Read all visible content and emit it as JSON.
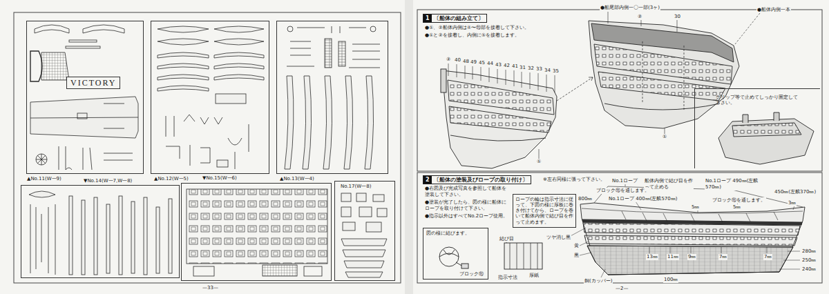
{
  "diagram": {
    "nodes": [
      {
        "text": [
          "VICTORY",
          "▲No.11(W一9)"
        ]
      },
      {
        "text": [
          "▲No.12(W一5)"
        ]
      },
      {
        "text": [
          "▲No.13(W一4)"
        ]
      },
      {
        "text": [
          "▼No.14(W一7,W一8)"
        ]
      },
      {
        "text": [
          "▼No.15(W一6)"
        ]
      },
      {
        "text": [
          "No.17(W一8)"
        ]
      },
      {
        "text": [
          "1",
          "〔船体の組み立て〕"
        ]
      },
      {
        "text": [
          "2",
          "〔船体の塗装及びロープの取り付け〕"
        ]
      },
      {
        "text": [
          "クリップ等で止めてしっかり固定して下さい。"
        ]
      },
      {
        "text": [
          "ロープの輪は指示寸法に従って、下図の様に厚板に巻き付けてから、ロープを巻いて船体内側で結び目を作って止めます。"
        ]
      },
      {
        "text": [
          "図の様に結びます。",
          "ブロック⑪"
        ]
      }
    ],
    "labels": [
      "—33—",
      "●①、②船体内側は④〜⑪部を接着して下さい。",
      "●①と②を接着し、内側に⑤を接着します。",
      "●船尾部内側一〇一部(3ヶ)",
      "●船体内側一本",
      "②",
      "30",
      "②",
      "40",
      "48",
      "49",
      "45",
      "44",
      "43",
      "42",
      "41",
      "31",
      "32",
      "33",
      "34",
      "35",
      "①",
      "①",
      "※左右同様に張って下さい。",
      "●右図及び完成写真を参照して船体を塗装して下さい。",
      "●塗装が完了したら、図の様に船体にロープを取り付けて下さい。",
      "●指示以外はすべてNo.2ロープ使用。",
      "No.1ロープ",
      "船体内側で結び目を作って止める",
      "ブロック⑪を通します。",
      "800㎜",
      "No.1ロープ 400㎜(左舷570㎜)",
      "5㎜",
      "5㎜",
      "No.1ロープ 490㎜(左舷570㎜)",
      "450㎜(左舷370㎜)",
      "ブロック⑪を通します。",
      "3㎜",
      "ツヤ消し黒",
      "黄",
      "黒",
      "13㎜",
      "11㎜",
      "9㎜",
      "7㎜",
      "7㎜",
      "280㎜",
      "250㎜",
      "240㎜",
      "100㎜",
      "銅(カッパー)",
      "—2—",
      "結び目",
      "厚紙",
      "指示寸法"
    ]
  }
}
